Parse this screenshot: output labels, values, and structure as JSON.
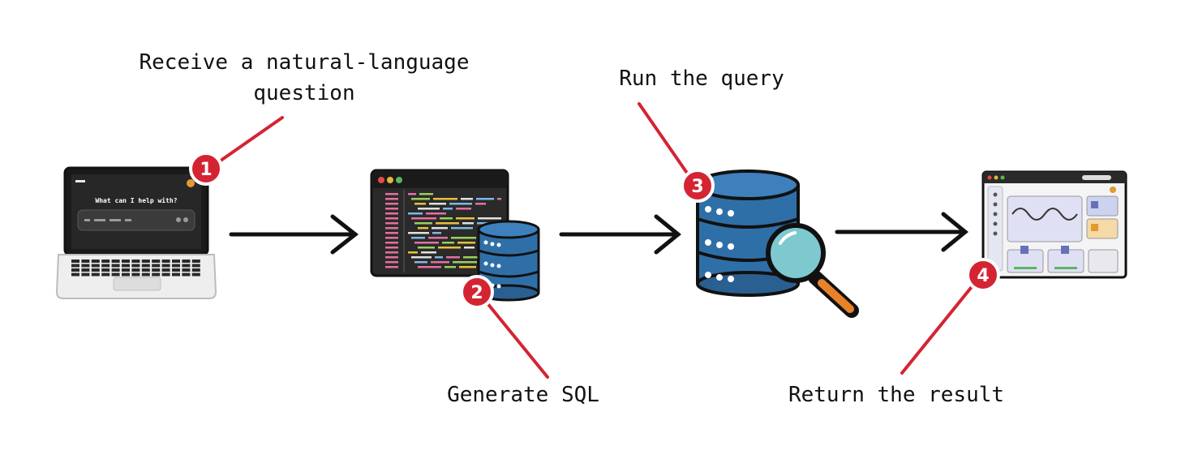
{
  "steps": [
    {
      "number": "1",
      "label_lines": [
        "Receive a natural-language",
        "question"
      ]
    },
    {
      "number": "2",
      "label_lines": [
        "Generate SQL"
      ]
    },
    {
      "number": "3",
      "label_lines": [
        "Run the query"
      ]
    },
    {
      "number": "4",
      "label_lines": [
        "Return the result"
      ]
    }
  ],
  "laptop_screen": {
    "prompt": "What can I help with?"
  },
  "colors": {
    "badge": "#d42433",
    "leader_line": "#d42433",
    "database": "#2f6fa8",
    "ink": "#111111"
  },
  "icons": [
    "laptop-icon",
    "code-editor-icon",
    "database-icon",
    "magnifier-icon",
    "dashboard-icon",
    "arrow-right-icon"
  ]
}
